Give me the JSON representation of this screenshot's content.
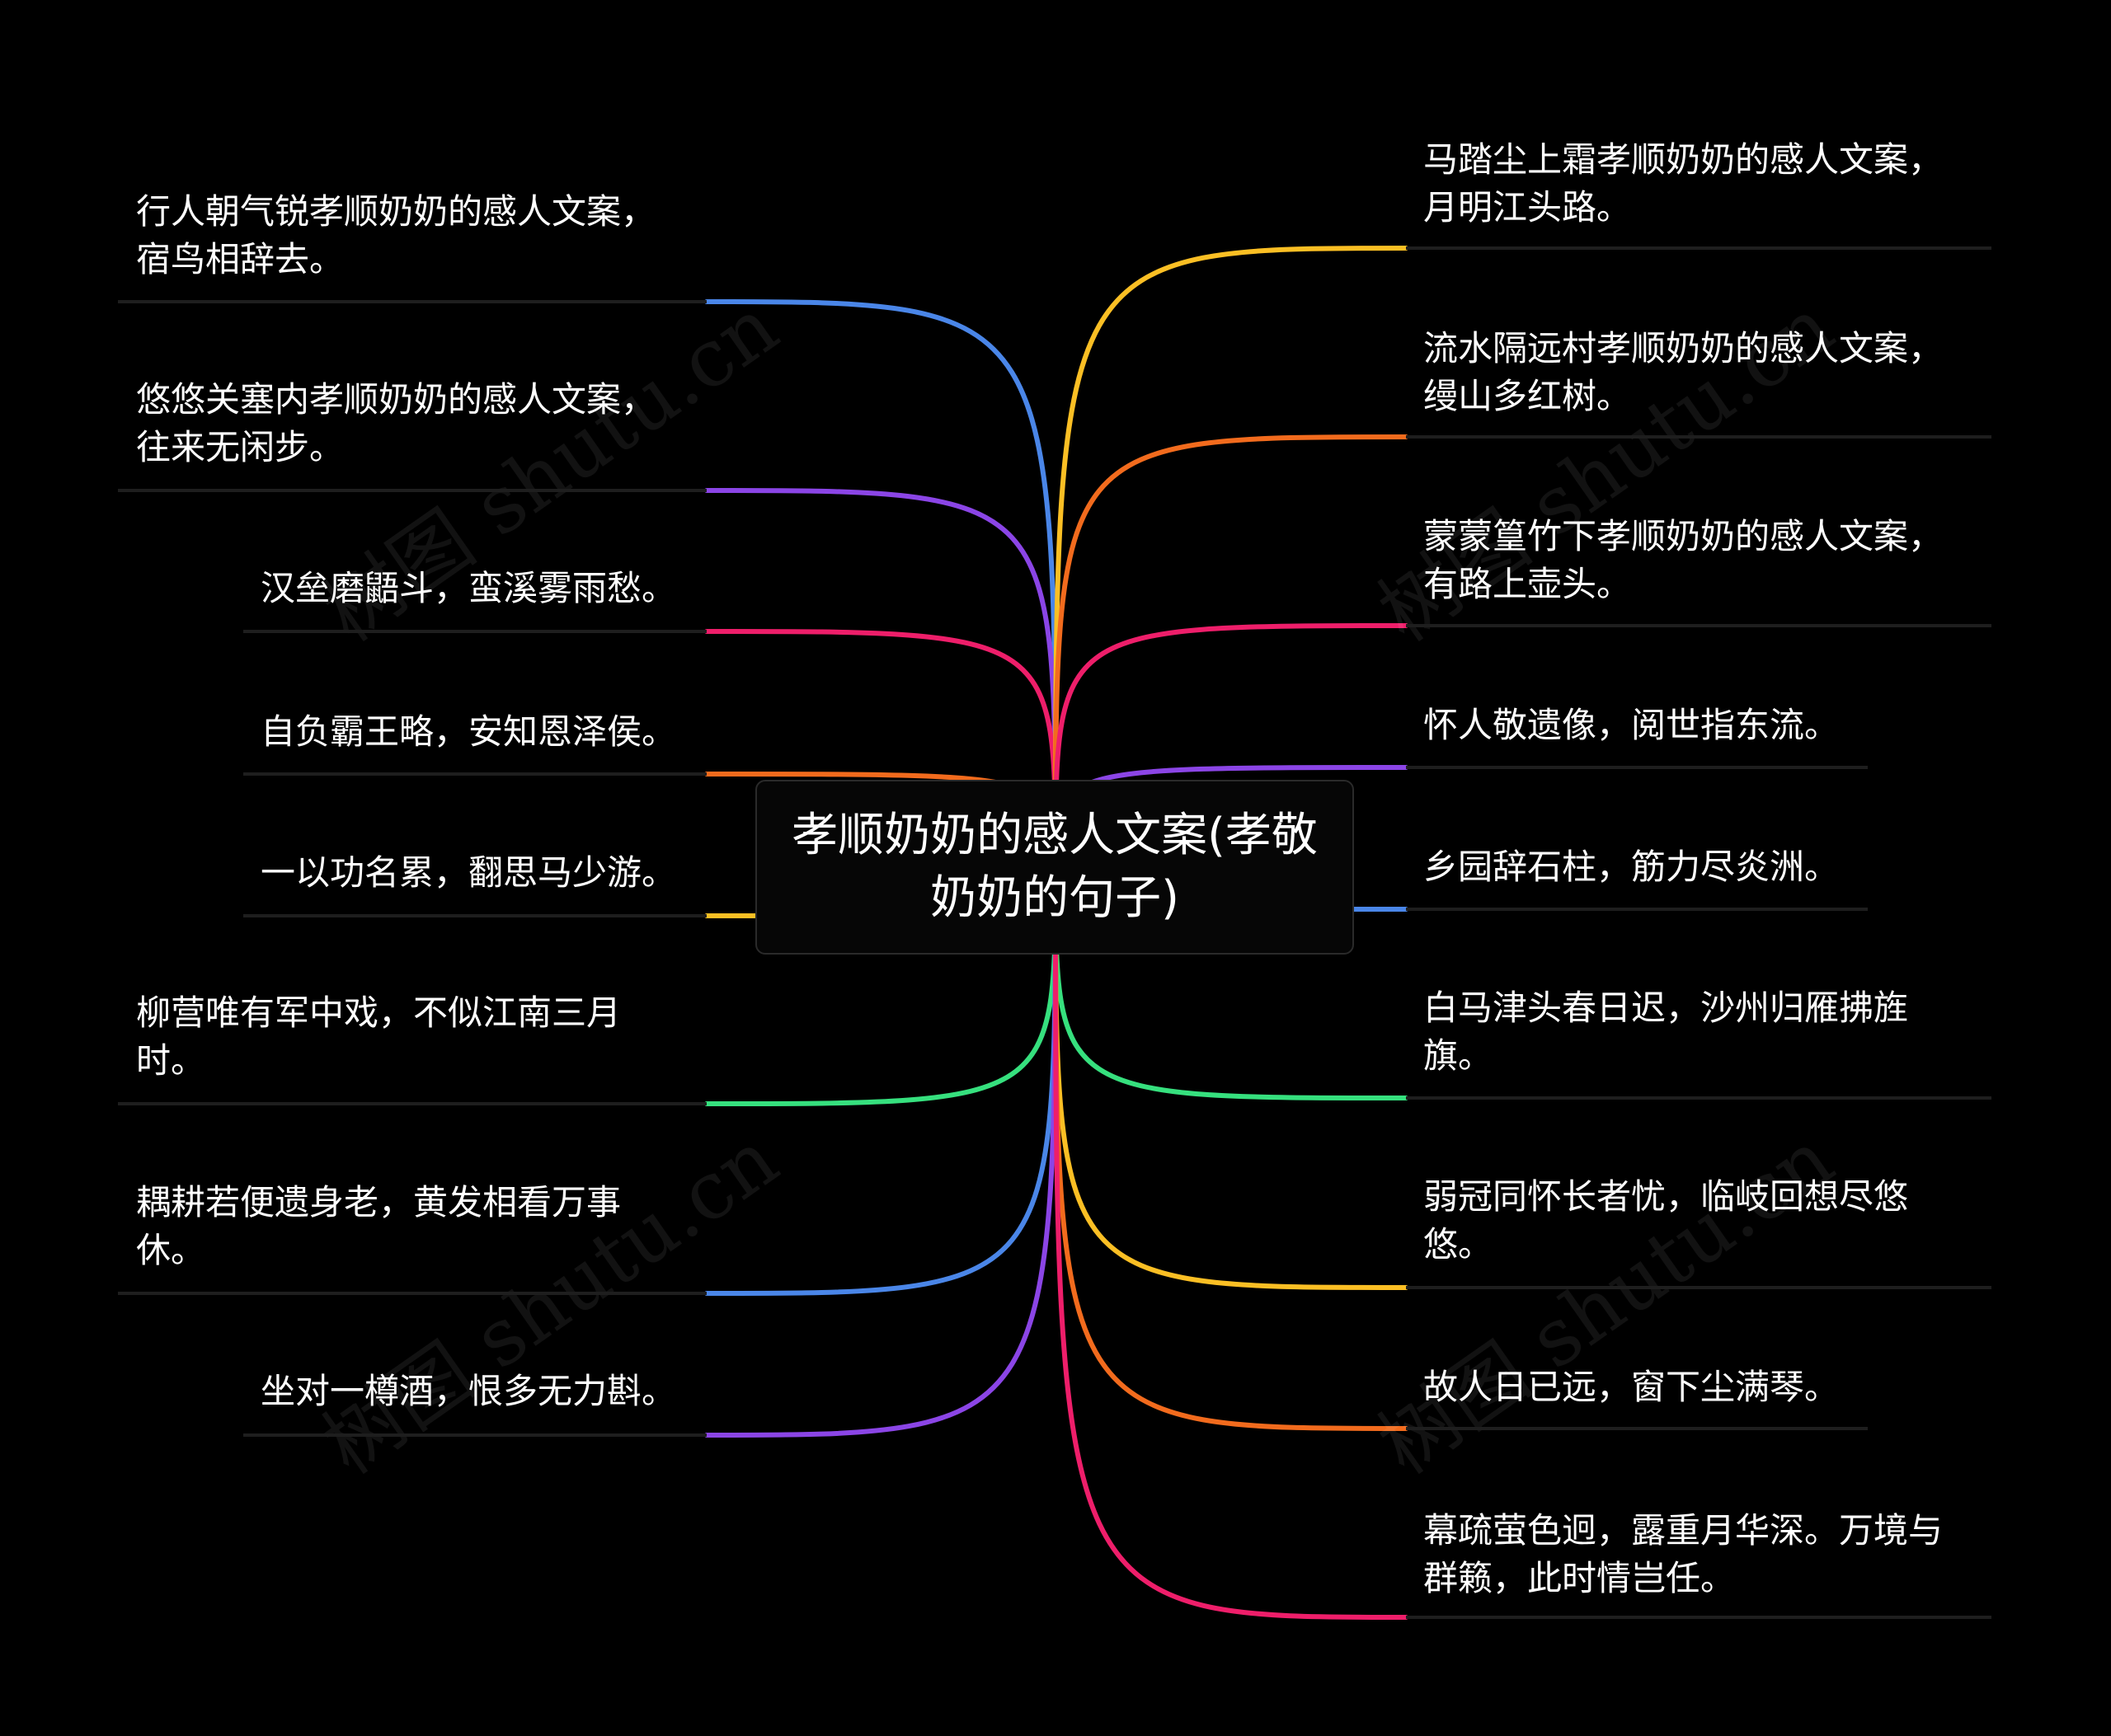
{
  "root": {
    "title": "孝顺奶奶的感人文案(孝敬奶奶的句子)"
  },
  "watermark": "树图 shutu.cn",
  "colors": [
    "#4a86e8",
    "#8b45e6",
    "#ee1e6a",
    "#f26b1d",
    "#fbbf24",
    "#36e07e"
  ],
  "left": [
    {
      "text": "行人朝气锐孝顺奶奶的感人文案，宿鸟相辞去。",
      "color": "#4a86e8"
    },
    {
      "text": "悠悠关塞内孝顺奶奶的感人文案，往来无闲步。",
      "color": "#8b45e6"
    },
    {
      "text": "汉垒磨鼯斗，蛮溪雾雨愁。",
      "color": "#ee1e6a"
    },
    {
      "text": "自负霸王略，安知恩泽侯。",
      "color": "#f26b1d"
    },
    {
      "text": "一以功名累，翻思马少游。",
      "color": "#fbbf24"
    },
    {
      "text": "柳营唯有军中戏，不似江南三月时。",
      "color": "#36e07e"
    },
    {
      "text": "耦耕若便遗身老，黄发相看万事休。",
      "color": "#4a86e8"
    },
    {
      "text": "坐对一樽酒，恨多无力斟。",
      "color": "#8b45e6"
    }
  ],
  "right": [
    {
      "text": "马踏尘上霜孝顺奶奶的感人文案，月明江头路。",
      "color": "#fbbf24"
    },
    {
      "text": "流水隔远村孝顺奶奶的感人文案，缦山多红树。",
      "color": "#f26b1d"
    },
    {
      "text": "蒙蒙篁竹下孝顺奶奶的感人文案，有路上壶头。",
      "color": "#ee1e6a"
    },
    {
      "text": "怀人敬遗像，阅世指东流。",
      "color": "#8b45e6"
    },
    {
      "text": "乡园辞石柱，筋力尽炎洲。",
      "color": "#4a86e8"
    },
    {
      "text": "白马津头春日迟，沙州归雁拂旌旗。",
      "color": "#36e07e"
    },
    {
      "text": "弱冠同怀长者忧，临岐回想尽悠悠。",
      "color": "#fbbf24"
    },
    {
      "text": "故人日已远，窗下尘满琴。",
      "color": "#f26b1d"
    },
    {
      "text": "幕疏萤色迥，露重月华深。万境与群籁，此时情岂任。",
      "color": "#ee1e6a"
    }
  ]
}
